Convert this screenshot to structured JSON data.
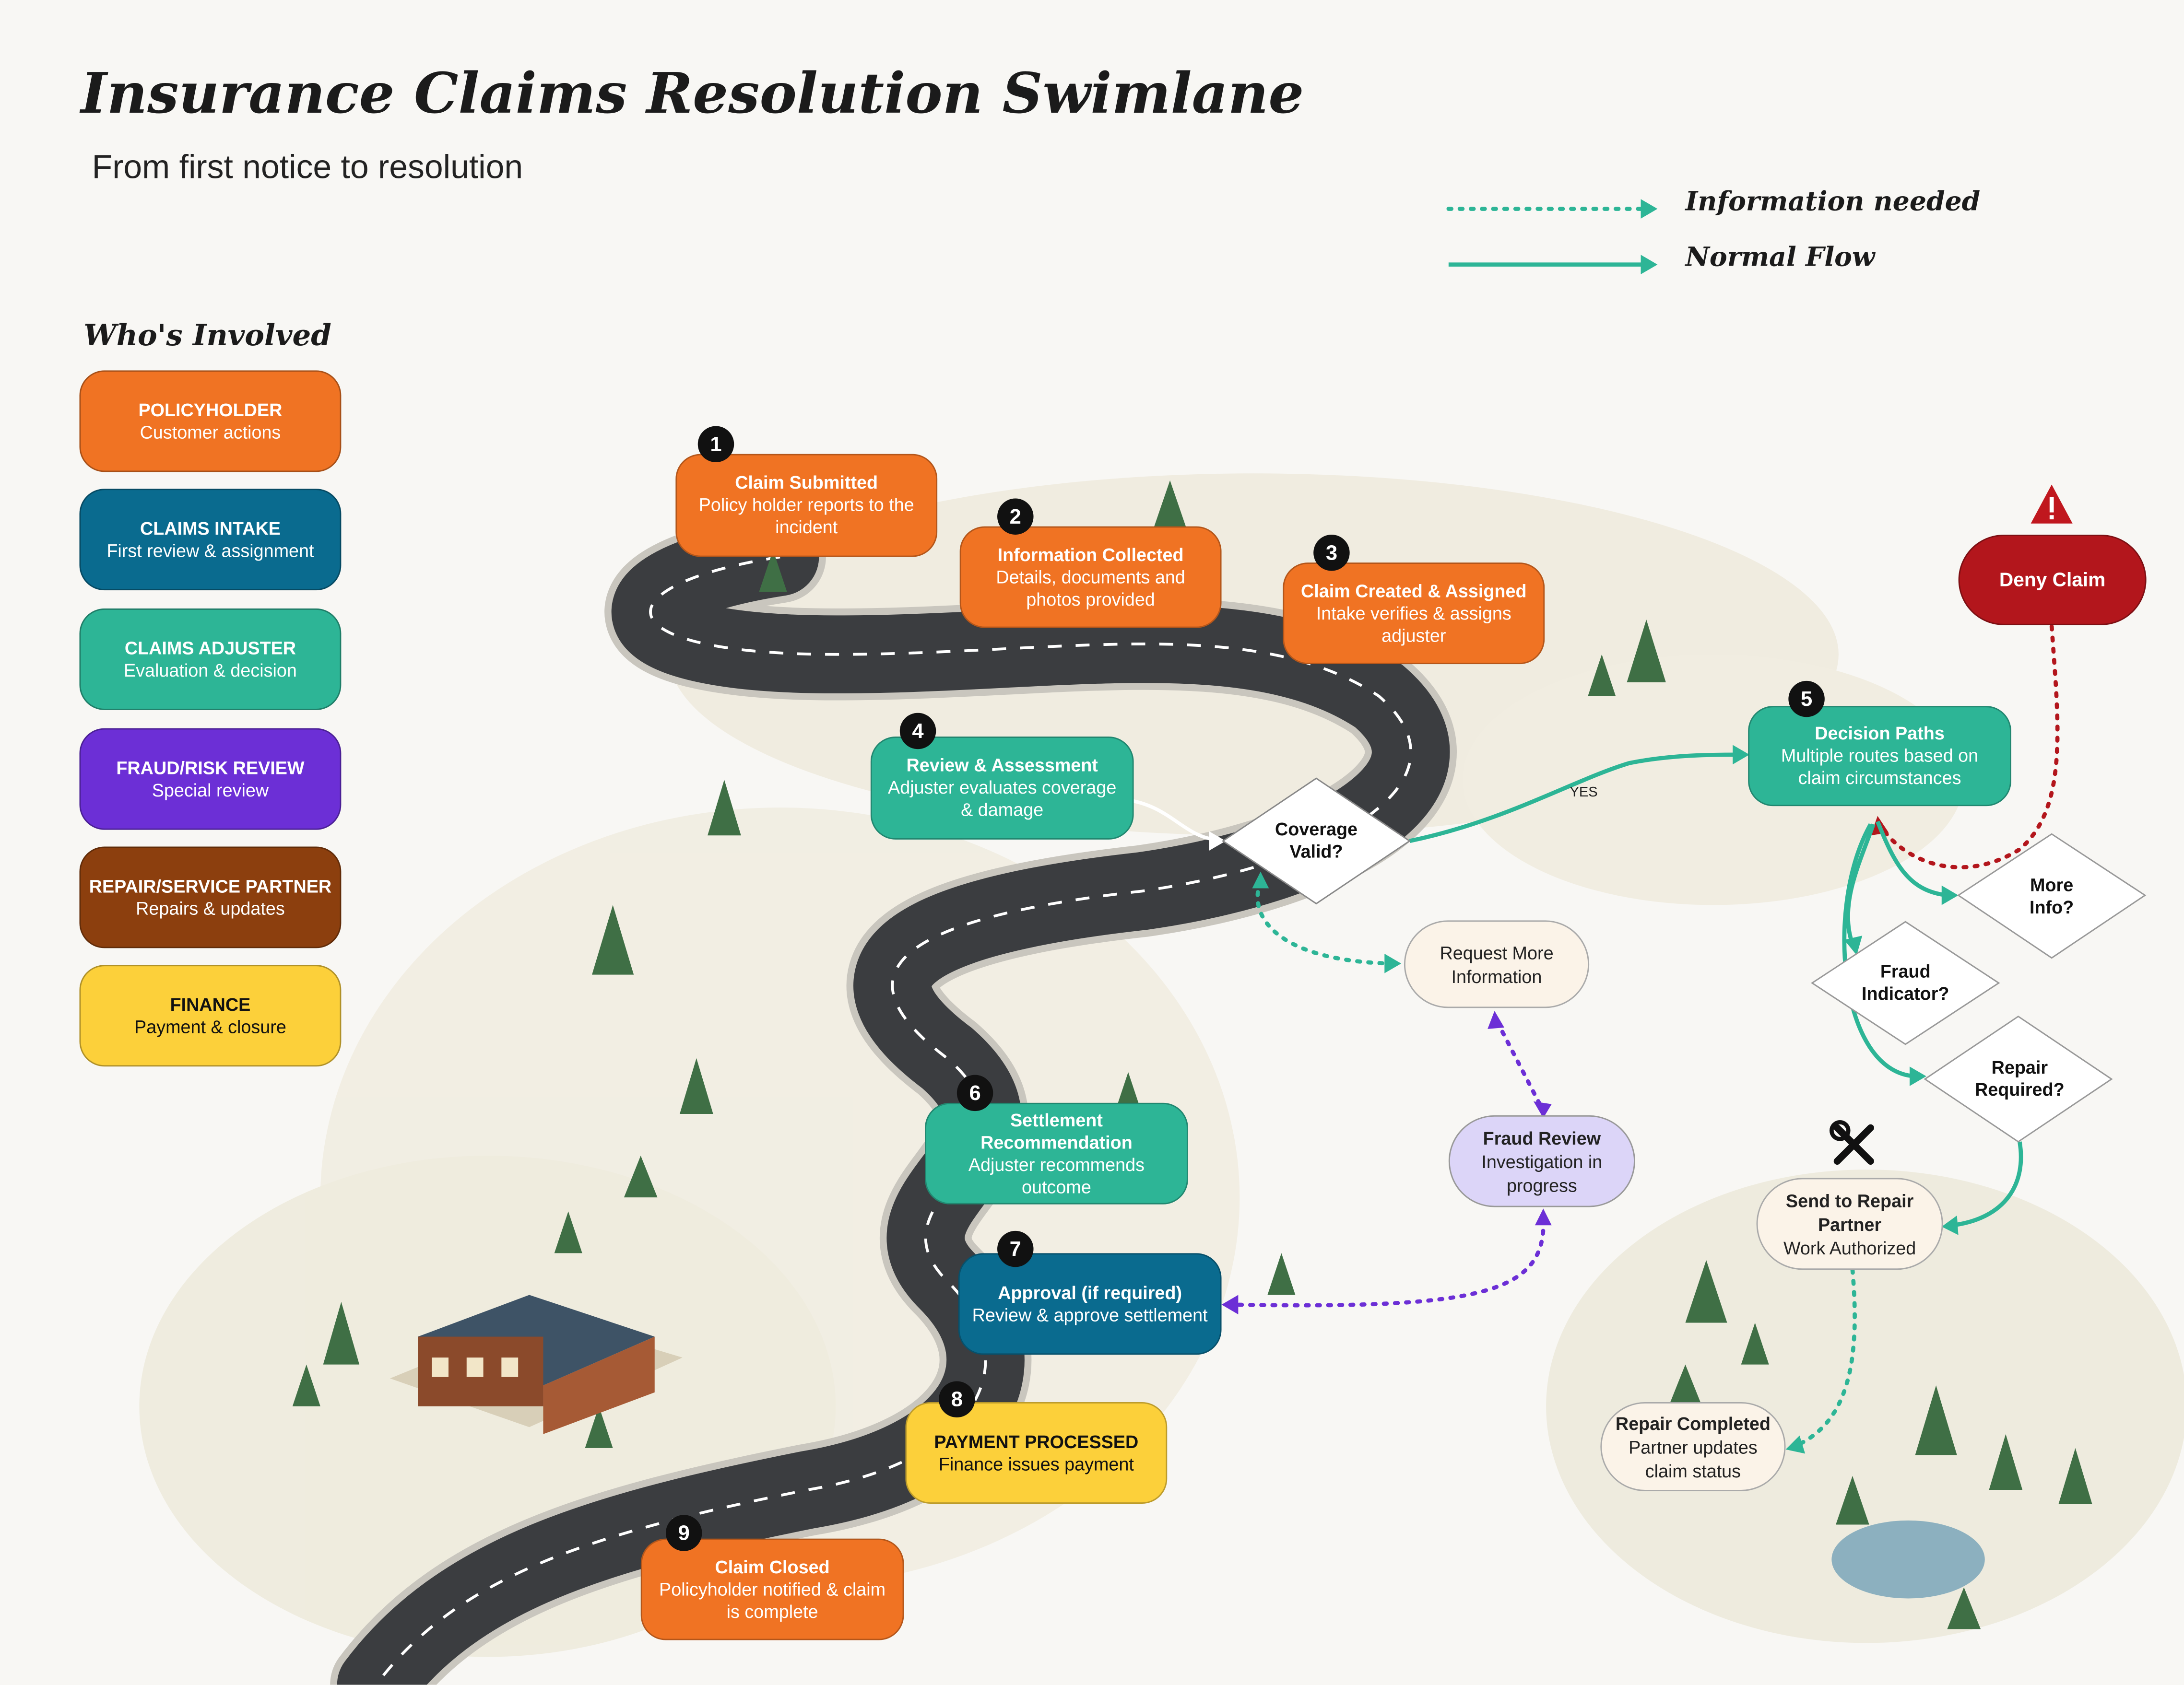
{
  "header": {
    "title": "Insurance Claims Resolution Swimlane",
    "subtitle": "From first notice to resolution"
  },
  "legend_flow": {
    "info_needed": "Information needed",
    "normal_flow": "Normal Flow"
  },
  "who": {
    "heading": "Who's Involved",
    "roles": [
      {
        "title": "POLICYHOLDER",
        "desc": "Customer actions",
        "color": "#f07323"
      },
      {
        "title": "CLAIMS INTAKE",
        "desc": "First review & assignment",
        "color": "#0a6b8f"
      },
      {
        "title": "CLAIMS ADJUSTER",
        "desc": "Evaluation & decision",
        "color": "#2db596"
      },
      {
        "title": "FRAUD/RISK REVIEW",
        "desc": "Special review",
        "color": "#6c2fd6"
      },
      {
        "title": "REPAIR/SERVICE PARTNER",
        "desc": "Repairs & updates",
        "color": "#8c3f0e"
      },
      {
        "title": "FINANCE",
        "desc": "Payment & closure",
        "color": "#fcd03a"
      }
    ]
  },
  "steps": [
    {
      "num": "1",
      "title": "Claim Submitted",
      "desc": "Policy holder reports to the incident"
    },
    {
      "num": "2",
      "title": "Information Collected",
      "desc": "Details, documents and photos provided"
    },
    {
      "num": "3",
      "title": "Claim Created & Assigned",
      "desc": "Intake verifies & assigns adjuster"
    },
    {
      "num": "4",
      "title": "Review & Assessment",
      "desc": "Adjuster evaluates coverage & damage"
    },
    {
      "num": "5",
      "title": "Decision Paths",
      "desc": "Multiple routes based on claim circumstances"
    },
    {
      "num": "6",
      "title": "Settlement Recommendation",
      "desc": "Adjuster recommends outcome"
    },
    {
      "num": "7",
      "title": "Approval (if required)",
      "desc": "Review & approve settlement"
    },
    {
      "num": "8",
      "title": "PAYMENT PROCESSED",
      "desc": "Finance issues payment"
    },
    {
      "num": "9",
      "title": "Claim Closed",
      "desc": "Policyholder notified & claim is complete"
    }
  ],
  "decisions": {
    "coverage": "Coverage Valid?",
    "yes": "YES",
    "more_info": "More Info?",
    "fraud": "Fraud Indicator?",
    "repair": "Repair Required?"
  },
  "nodes": {
    "deny": "Deny Claim",
    "request_more": "Request More Information",
    "fraud_review_title": "Fraud Review",
    "fraud_review_desc": "Investigation in progress",
    "send_repair_title": "Send to Repair Partner",
    "send_repair_desc": "Work Authorized",
    "repair_done_title": "Repair Completed",
    "repair_done_desc": "Partner updates claim status"
  },
  "icons": {
    "warning": "warning-triangle-icon",
    "tools": "wrench-screwdriver-icon"
  }
}
